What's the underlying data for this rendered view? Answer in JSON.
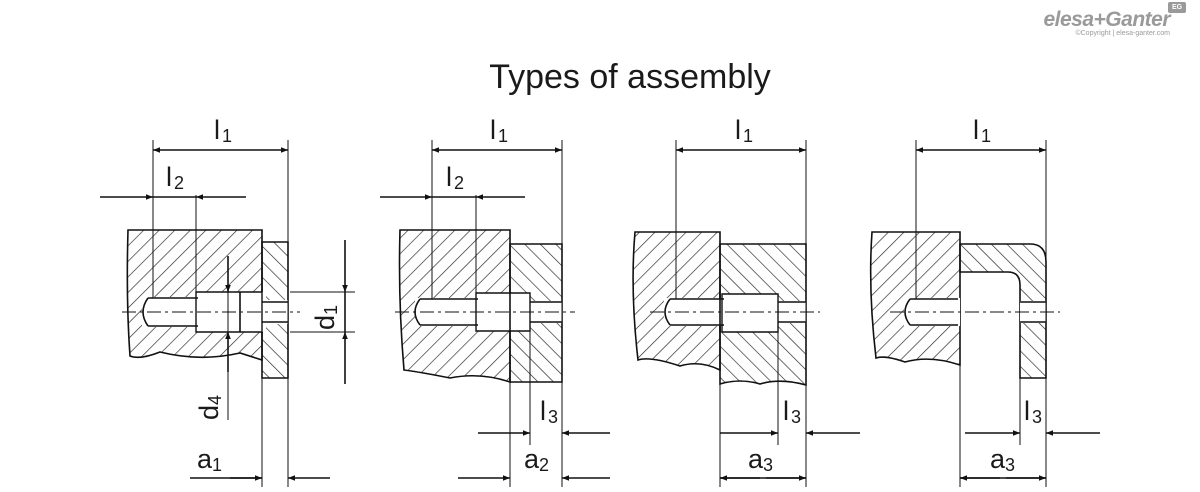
{
  "brand": {
    "name": "elesa+Ganter",
    "copyright": "©Copyright | elesa-ganter.com",
    "badge": "EG"
  },
  "title": "Types of assembly",
  "symbols": {
    "l": "l",
    "a": "a",
    "d": "d",
    "one": "1",
    "two": "2",
    "three": "3",
    "four": "4"
  }
}
